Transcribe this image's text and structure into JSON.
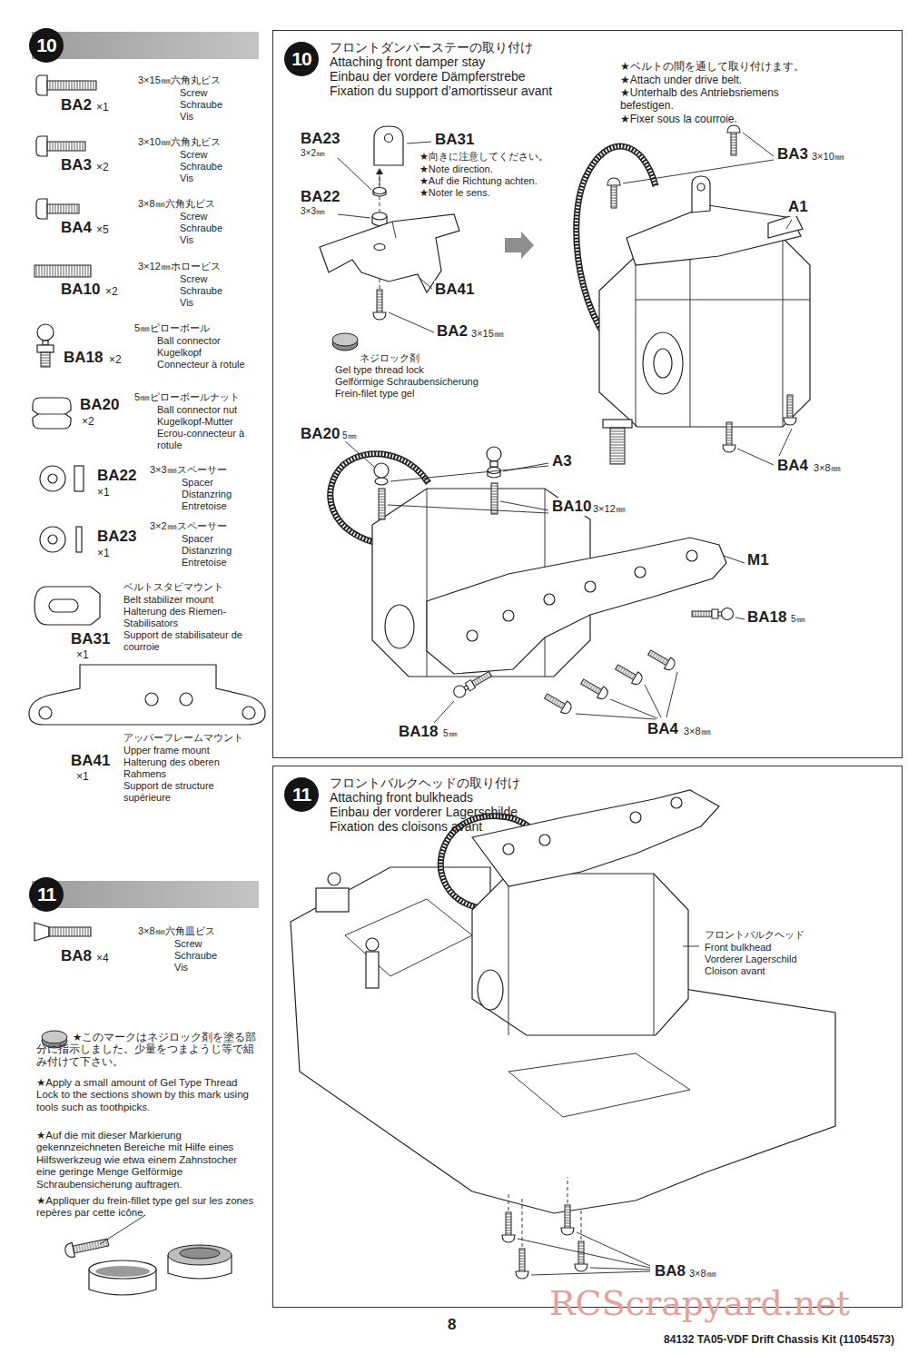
{
  "diagram": {
    "nodes": [
      {
        "text": [
          "10"
        ]
      },
      {
        "text": [
          "10",
          "フロントダンパーステーの取り付け",
          "Attaching front damper stay",
          "Einbau der vordere Dämpferstrebe",
          "Fixation du support d’amortisseur avant"
        ]
      },
      {
        "text": [
          "11"
        ]
      },
      {
        "text": [
          "11",
          "フロントバルクヘッドの取り付け",
          "Attaching front bulkheads",
          "Einbau der vorderer Lagerschilde",
          "Fixation des cloisons avant"
        ]
      }
    ],
    "labels": [
      "BA2",
      "×1",
      "3×15㎜六角丸ビス",
      "Screw",
      "Schraube",
      "Vis",
      "BA3",
      "×2",
      "3×10㎜六角丸ビス",
      "Screw",
      "Schraube",
      "Vis",
      "BA4",
      "×5",
      "3×8㎜六角丸ビス",
      "Screw",
      "Schraube",
      "Vis",
      "BA10",
      "×2",
      "3×12㎜ホロービス",
      "Screw",
      "Schraube",
      "Vis",
      "BA18",
      "×2",
      "5㎜ピローボール",
      "Ball connector",
      "Kugelkopf",
      "Connecteur à rotule",
      "BA20",
      "×2",
      "5㎜ピローボールナット",
      "Ball connector nut",
      "Kugelkopf-Mutter",
      "Ecrou-connecteur à rotule",
      "BA22",
      "×1",
      "3×3㎜スペーサー",
      "Spacer",
      "Distanzring",
      "Entretoise",
      "BA23",
      "×1",
      "3×2㎜スペーサー",
      "Spacer",
      "Distanzring",
      "Entretoise",
      "BA31",
      "×1",
      "ベルトスタビマウント",
      "Belt stabilizer mount",
      "Halterung des Riemen-Stabilisators",
      "Support de stabilisateur de courroie",
      "BA41",
      "×1",
      "アッパーフレームマウント",
      "Upper frame mount",
      "Halterung des oberen Rahmens",
      "Support de structure supérieure",
      "BA8",
      "×4",
      "3×8㎜六角皿ビス",
      "Screw",
      "Schraube",
      "Vis",
      "★このマークはネジロック剤を塗る部分に指示しました。少量をつまようじ等で組み付けて下さい。",
      "★Apply a small amount of Gel Type Thread Lock to the sections shown by this mark using tools such as toothpicks.",
      "★Auf die mit dieser Markierung gekennzeichneten Bereiche mit Hilfe eines Hilfswerkzeug wie etwa einem Zahnstocher eine geringe Menge Gelförmige Schraubensicherung auftragen.",
      "★Appliquer du frein-fillet type gel sur les zones repères par cette icône.",
      "★ベルトの間を通して取り付けます。",
      "★Attach under drive belt.",
      "★Unterhalb des Antriebsriemens befestigen.",
      "★Fixer sous la courroie.",
      "BA23",
      "3×2㎜",
      "BA31",
      "★向きに注意してください。",
      "★Note direction.",
      "★Auf die Richtung achten.",
      "★Noter le sens.",
      "BA22",
      "3×3㎜",
      "BA41",
      "BA2",
      "3×15㎜",
      "ネジロック剤",
      "Gel type thread lock",
      "Gelförmige Schraubensicherung",
      "Frein-filet type gel",
      "BA3",
      "3×10㎜",
      "A1",
      "BA4",
      "3×8㎜",
      "BA20",
      "5㎜",
      "A3",
      "BA10",
      "3×12㎜",
      "M1",
      "BA18",
      "5㎜",
      "BA18",
      "5㎜",
      "BA4",
      "3×8㎜",
      "フロントバルクヘッド",
      "Front bulkhead",
      "Vorderer Lagerschild",
      "Cloison avant",
      "BA8",
      "3×8㎜",
      "8",
      "84132 TA05-VDF Drift Chassis Kit (11054573)",
      "RCScrapyard.net"
    ]
  }
}
